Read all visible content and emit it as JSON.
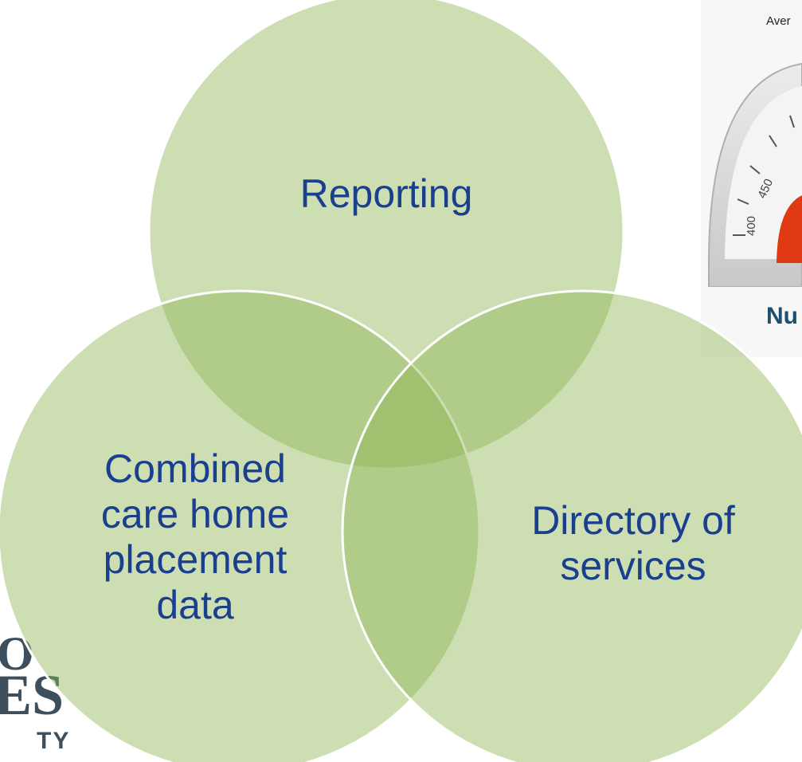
{
  "diagram": {
    "type": "venn",
    "circles": [
      {
        "id": "top",
        "label": "Reporting"
      },
      {
        "id": "left",
        "label": "Combined\ncare home\nplacement\ndata"
      },
      {
        "id": "right",
        "label": "Directory of\nservices"
      }
    ],
    "colors": {
      "fill": "#c5da9f",
      "stroke": "#ffffff",
      "text": "#1b3f8f"
    }
  },
  "background": {
    "top_right_text": "Aver",
    "bottom_right_text": "Nu",
    "gauge_ticks": [
      "400",
      "450"
    ],
    "logo_text_large": "ES",
    "logo_text_small": "TY"
  }
}
